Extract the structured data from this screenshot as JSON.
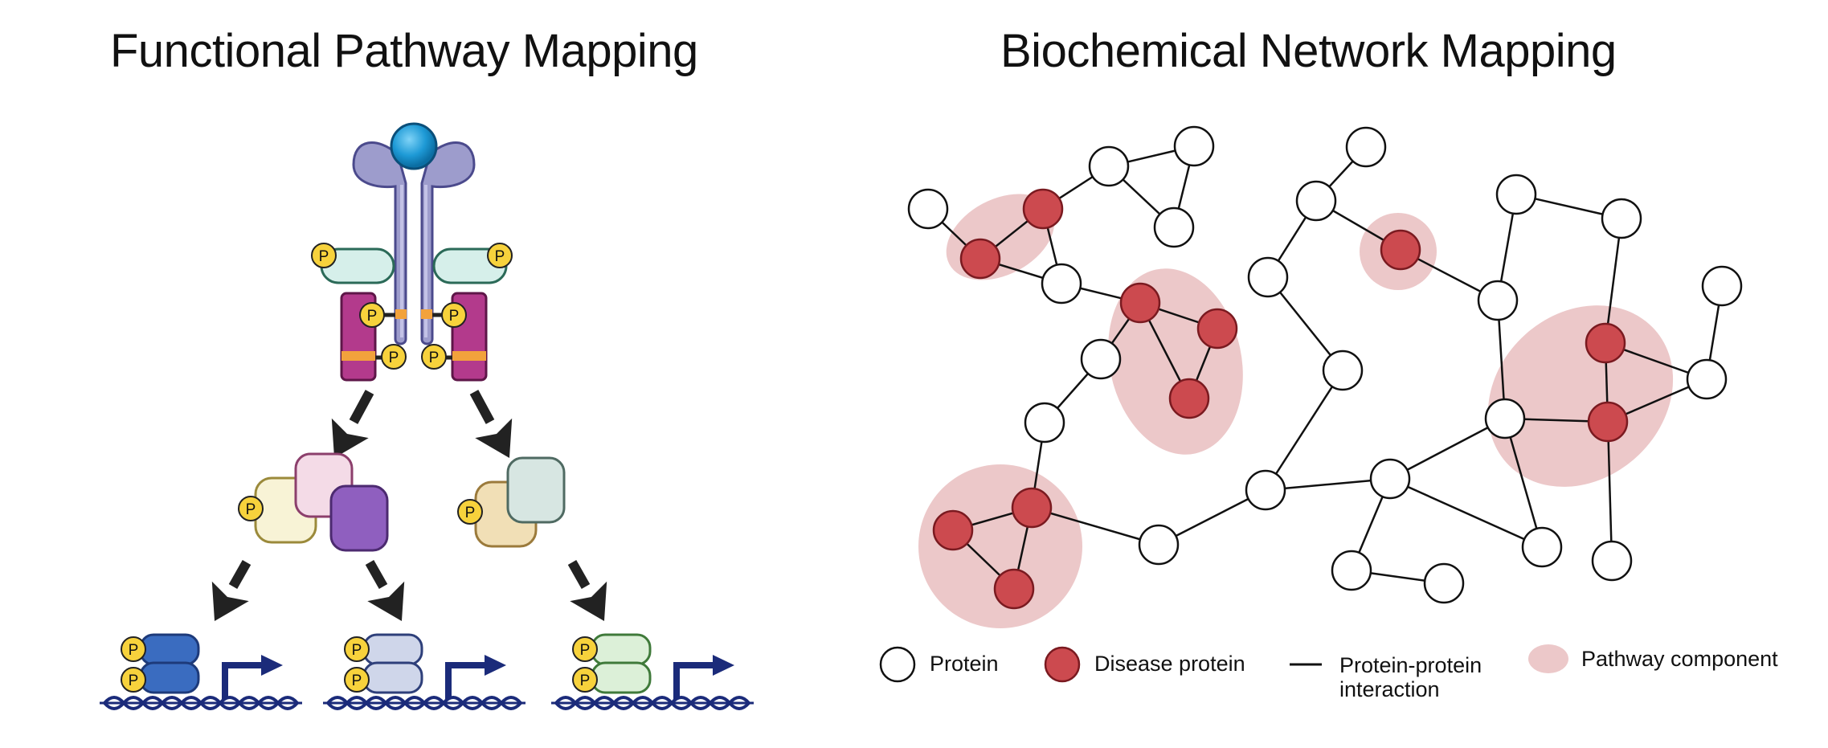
{
  "titles": {
    "left": "Functional Pathway Mapping",
    "right": "Biochemical Network Mapping"
  },
  "phospho_label": "P",
  "legend": {
    "protein": "Protein",
    "disease_protein": "Disease protein",
    "interaction_line1": "Protein-protein",
    "interaction_line2": "interaction",
    "pathway_component": "Pathway component"
  },
  "colors": {
    "ligand": "#1e9ad6",
    "receptor": "#9d9ccc",
    "kinase": "#b33a8c",
    "phospho": "#f7d23c",
    "disease_node": "#cc4a4f",
    "pathway_blob": "#ecc8c9",
    "dna": "#1b2b7a"
  }
}
